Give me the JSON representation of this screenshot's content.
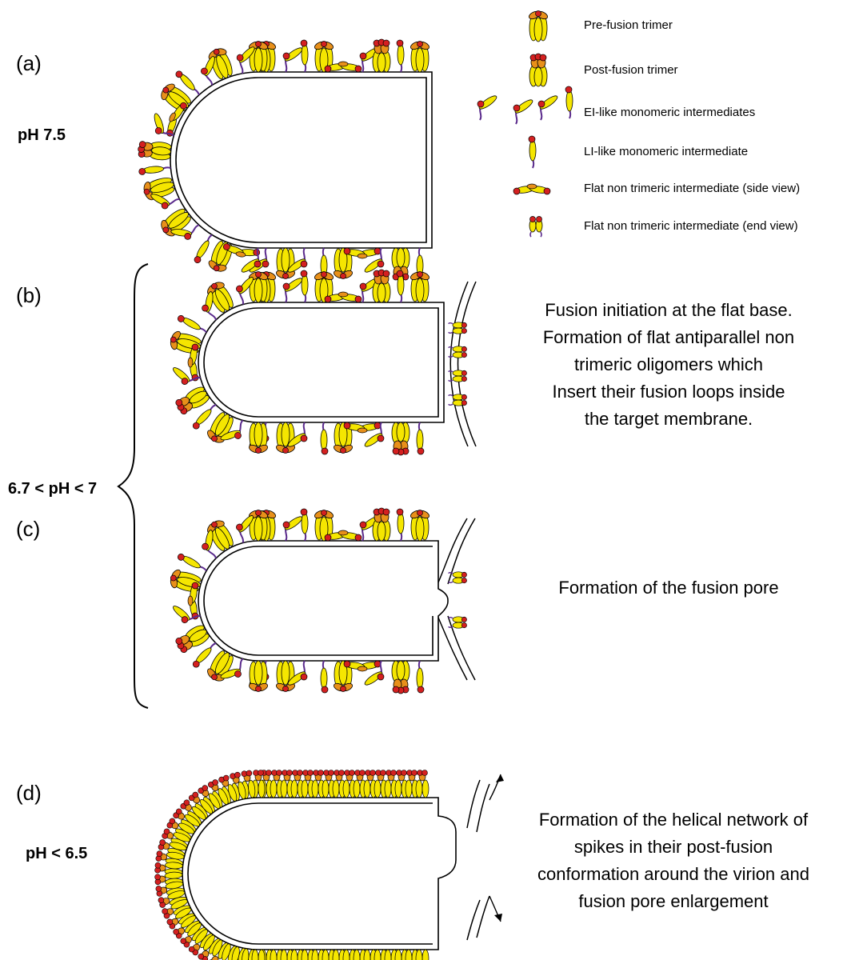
{
  "panels": {
    "a": {
      "label": "(a)",
      "ph": "pH 7.5"
    },
    "b": {
      "label": "(b)",
      "description": [
        "Fusion initiation at the flat base.",
        "Formation of flat antiparallel non",
        "trimeric oligomers  which",
        "Insert their fusion loops inside",
        "the target membrane."
      ]
    },
    "c": {
      "label": "(c)",
      "description": [
        "Formation of the fusion pore"
      ]
    },
    "bc": {
      "ph": "6.7 < pH < 7"
    },
    "d": {
      "label": "(d)",
      "ph": "pH < 6.5",
      "description": [
        "Formation of the helical network of",
        "spikes in their post-fusion",
        "conformation around the virion and",
        "fusion pore enlargement"
      ]
    }
  },
  "legend": [
    {
      "icon": "pre-fusion-trimer-icon",
      "label": "Pre-fusion trimer"
    },
    {
      "icon": "post-fusion-trimer-icon",
      "label": "Post-fusion trimer"
    },
    {
      "icon": "ei-like-monomer-icon",
      "label": "EI-like monomeric intermediates"
    },
    {
      "icon": "li-like-monomer-icon",
      "label": "LI-like monomeric intermediate"
    },
    {
      "icon": "flat-side-view-icon",
      "label": "Flat non trimeric intermediate (side view)"
    },
    {
      "icon": "flat-end-view-icon",
      "label": "Flat non trimeric intermediate (end view)"
    }
  ],
  "colors": {
    "yellow": "#f5e600",
    "red": "#d42020",
    "orange": "#e8901a",
    "purple": "#5a2a8c",
    "outline": "#000000"
  }
}
